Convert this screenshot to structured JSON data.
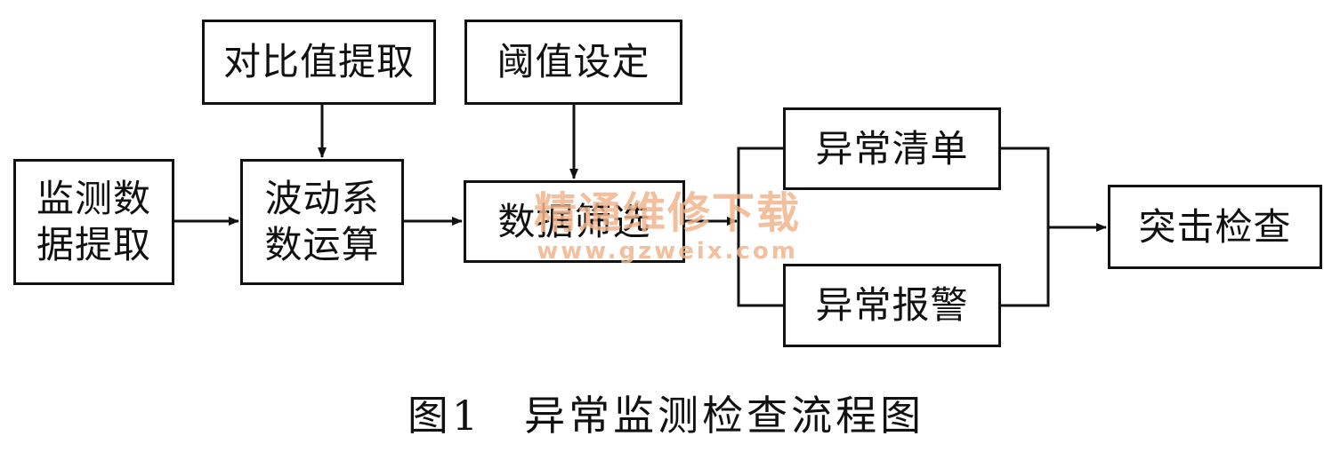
{
  "diagram": {
    "nodes": {
      "monitor_data": "监测数\n据提取",
      "contrast_extract": "对比值提取",
      "fluctuation_calc": "波动系\n数运算",
      "threshold_set": "阈值设定",
      "data_filter": "数据筛选",
      "anomaly_list": "异常清单",
      "anomaly_alarm": "异常报警",
      "spot_check": "突击检查"
    },
    "edges": [
      [
        "monitor_data",
        "fluctuation_calc"
      ],
      [
        "contrast_extract",
        "fluctuation_calc"
      ],
      [
        "fluctuation_calc",
        "data_filter"
      ],
      [
        "threshold_set",
        "data_filter"
      ],
      [
        "data_filter",
        "anomaly_list"
      ],
      [
        "data_filter",
        "anomaly_alarm"
      ],
      [
        "anomaly_list",
        "spot_check"
      ],
      [
        "anomaly_alarm",
        "spot_check"
      ]
    ]
  },
  "watermark": {
    "name": "精通维修下载",
    "url": "www.gzweix.com"
  },
  "caption": {
    "label": "图1",
    "title": "异常监测检查流程图"
  }
}
